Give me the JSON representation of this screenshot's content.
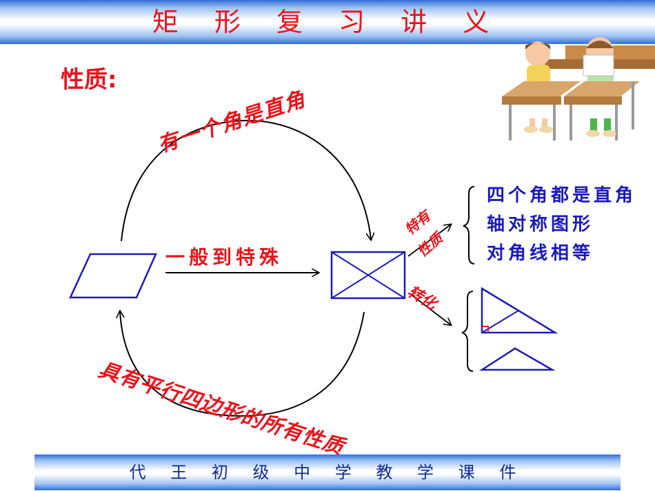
{
  "header": {
    "title": "矩 形 复 习 讲 义"
  },
  "section": {
    "label": "性质:"
  },
  "arcs": {
    "top_label": "有一个角是直角",
    "middle_label": "一般到特殊",
    "bottom_label": "具有平行四边形的所有性质"
  },
  "branches": {
    "special_label_1": "特有",
    "special_label_2": "性质",
    "transform_label": "转化"
  },
  "properties": [
    "四个角都是直角",
    "轴对称图形",
    "对角线相等"
  ],
  "footer": {
    "text": "代 王 初 级 中 学 教 学 课 件"
  },
  "colors": {
    "accent_red": "#e8141c",
    "diagram_blue": "#1a1ab8",
    "banner_blue": "#2f6fd8"
  }
}
